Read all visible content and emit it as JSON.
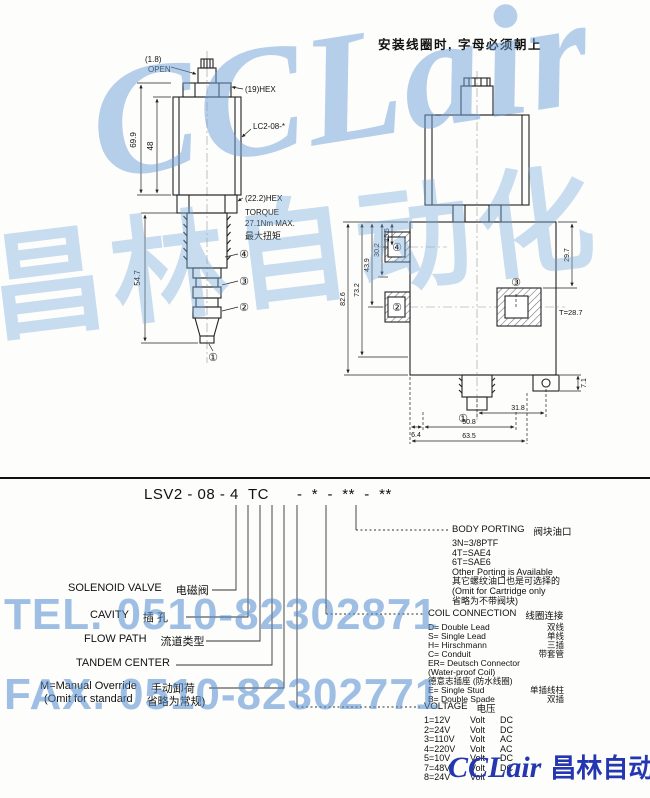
{
  "page": {
    "install_note": "安装线圈时, 字母必须朝上"
  },
  "watermarks": {
    "brand": "CCLair",
    "brand_cn": "昌林自动化",
    "tel": "TEL. 0510-82302871",
    "fax": "FAX. 0510-82302771"
  },
  "footer": {
    "brand": "CCLair",
    "brand_cn": "昌林自动化"
  },
  "left_drawing": {
    "dim_open": "(1.8)",
    "label_open": "OPEN",
    "label_hex_top": "(19)HEX",
    "label_coil": "LC2-08-*",
    "label_hex_bottom": "(22.2)HEX",
    "torque_line1": "TORQUE",
    "torque_line2": "27.1Nm MAX.",
    "torque_line3": "最大扭矩",
    "dim_69_9": "69.9",
    "dim_48": "48",
    "dim_54_7": "54.7",
    "port_4": "④",
    "port_3": "③",
    "port_2": "②",
    "port_1": "①"
  },
  "right_drawing": {
    "dim_15_5": "15.5",
    "dim_30_2": "30.2",
    "dim_43_9": "43.9",
    "dim_73_2": "73.2",
    "dim_82_6": "82.6",
    "dim_29_7": "29.7",
    "label_thread": "T=28.7",
    "dim_7_1": "7.1",
    "dim_31_8": "31.8",
    "dim_6_4": "6.4",
    "dim_50_8": "50.8",
    "dim_63_5": "63.5",
    "port_4": "④",
    "port_3": "③",
    "port_2": "②",
    "port_1": "①"
  },
  "order": {
    "model_code": "LSV2 - 08 - 4  TC      -  *  -  **  -  **",
    "left_labels": [
      {
        "en": "SOLENOID VALVE",
        "cn": "电磁阀"
      },
      {
        "en": "CAVITY",
        "cn": "插 孔"
      },
      {
        "en": "FLOW PATH",
        "cn": "流道类型"
      },
      {
        "en": "TANDEM CENTER",
        "cn": ""
      },
      {
        "en": "M=Manual Override",
        "cn": "手动卸荷"
      },
      {
        "en": "(Omit for standard",
        "cn": "省略为常规)"
      }
    ],
    "body_porting": {
      "title_en": "BODY PORTING",
      "title_cn": "阀块油口",
      "items": [
        "3N=3/8PTF",
        "4T=SAE4",
        "6T=SAE6",
        "Other Porting is Available",
        "其它螺纹油口也是可选择的",
        "(Omit for Cartridge only",
        "省略为不带阀块)"
      ]
    },
    "coil_connection": {
      "title_en": "COIL CONNECTION",
      "title_cn": "线圈连接",
      "items": [
        {
          "en": "D= Double Lead",
          "cn": "双线"
        },
        {
          "en": "S= Single Lead",
          "cn": "单线"
        },
        {
          "en": "H= Hirschmann",
          "cn": "三插"
        },
        {
          "en": "C= Conduit",
          "cn": "带套管"
        },
        {
          "en": "ER= Deutsch Connector",
          "cn": ""
        },
        {
          "en": "(Water-proof Coil)",
          "cn": ""
        },
        {
          "en": "德意志插座 (防水线圈)",
          "cn": ""
        },
        {
          "en": "E= Single Stud",
          "cn": "单插线柱"
        },
        {
          "en": "B= Double Spade",
          "cn": "双插"
        }
      ]
    },
    "voltage": {
      "title_en": "VOLTAGE",
      "title_cn": "电压",
      "items": [
        {
          "code": "1=12V",
          "unit": "Volt",
          "current": "DC"
        },
        {
          "code": "2=24V",
          "unit": "Volt",
          "current": "DC"
        },
        {
          "code": "3=110V",
          "unit": "Volt",
          "current": "AC"
        },
        {
          "code": "4=220V",
          "unit": "Volt",
          "current": "AC"
        },
        {
          "code": "5=10V",
          "unit": "Volt",
          "current": "DC"
        },
        {
          "code": "7=48V",
          "unit": "Volt",
          "current": "DC"
        },
        {
          "code": "8=24V",
          "unit": "Volt",
          "current": ""
        }
      ]
    }
  }
}
